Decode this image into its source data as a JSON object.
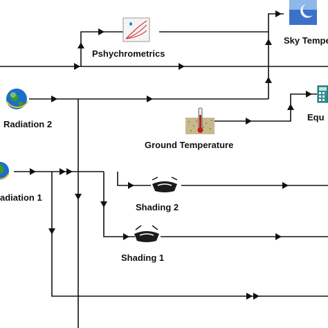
{
  "components": {
    "psychrometrics": {
      "label": "Pshychrometrics",
      "icon": "psychrometric-chart-icon"
    },
    "sky_temperature": {
      "label": "Sky Tempe",
      "icon": "sky-moon-icon"
    },
    "radiation_2": {
      "label": "Radiation 2",
      "icon": "globe-radiation-icon"
    },
    "equation": {
      "label": "Equ",
      "icon": "equation-calculator-icon"
    },
    "ground_temperature": {
      "label": "Ground Temperature",
      "icon": "ground-thermometer-icon"
    },
    "radiation_1": {
      "label": "adiation 1",
      "icon": "globe-radiation-icon"
    },
    "shading_2": {
      "label": "Shading 2",
      "icon": "shading-mask-icon"
    },
    "shading_1": {
      "label": "Shading 1",
      "icon": "shading-mask-icon"
    }
  },
  "colors": {
    "wire": "#111111",
    "globe_blue": "#1a6fc7",
    "globe_green": "#3a9a2a",
    "ground": "#c8b98c"
  }
}
